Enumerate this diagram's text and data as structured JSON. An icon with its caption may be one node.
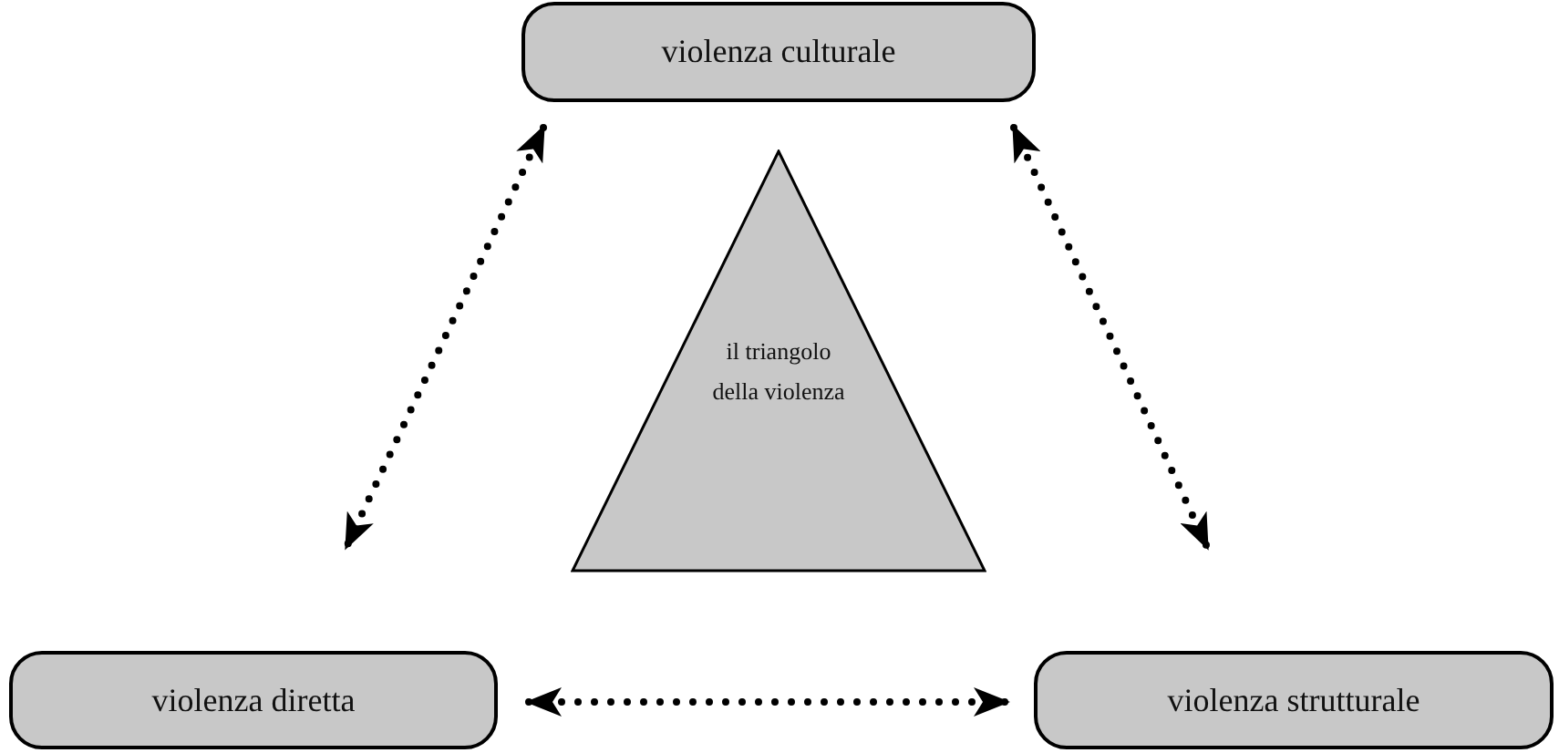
{
  "diagram": {
    "nodes": [
      {
        "text": [
          "violenza culturale"
        ]
      },
      {
        "text": [
          "il triangolo della violenza"
        ]
      },
      {
        "text": [
          "violenza diretta"
        ]
      },
      {
        "text": [
          "violenza strutturale"
        ]
      }
    ],
    "edges": [
      {
        "from": 0,
        "to": 2,
        "arrow": "both"
      },
      {
        "from": 0,
        "to": 3,
        "arrow": "both"
      },
      {
        "from": 2,
        "to": 3,
        "arrow": "both"
      }
    ]
  }
}
